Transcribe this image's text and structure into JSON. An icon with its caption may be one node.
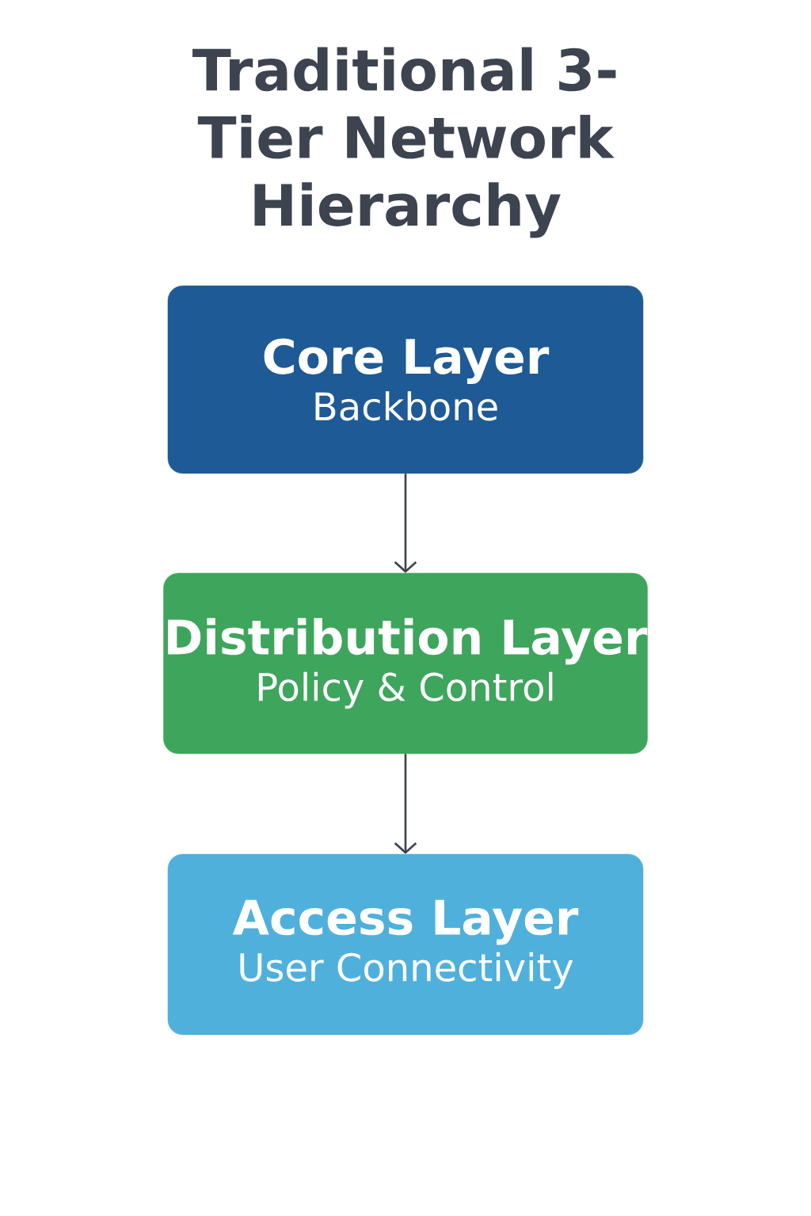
{
  "diagram": {
    "title": "Traditional 3-Tier Network Hierarchy",
    "nodes": [
      {
        "text": [
          "Core Layer",
          "Backbone"
        ]
      },
      {
        "text": [
          "Distribution Layer",
          "Policy & Control"
        ]
      },
      {
        "text": [
          "Access Layer",
          "User Connectivity"
        ]
      }
    ],
    "edges": [
      {
        "from": 0,
        "to": 1,
        "arrow": "to"
      },
      {
        "from": 1,
        "to": 2,
        "arrow": "to"
      }
    ]
  }
}
